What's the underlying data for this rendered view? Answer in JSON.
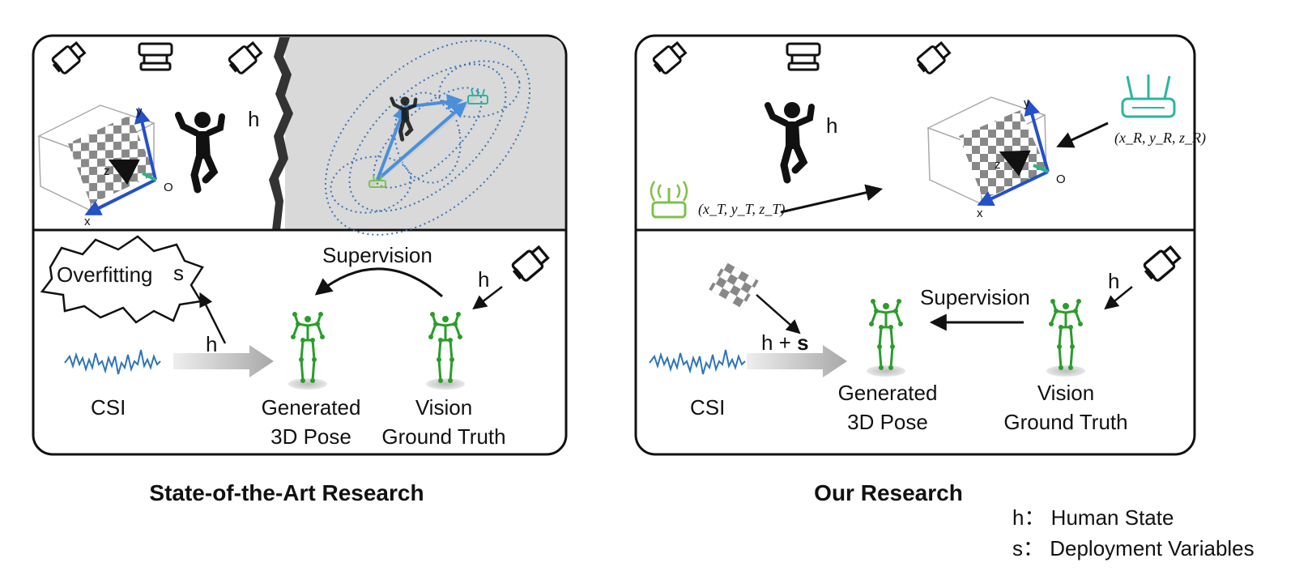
{
  "left_panel": {
    "caption": "State-of-the-Art Research",
    "top": {
      "h_label": "h",
      "axes": {
        "y": "y",
        "z": "z",
        "o": "O",
        "x": "x"
      }
    },
    "bottom": {
      "overfitting_label": "Overfitting",
      "s_label": "s",
      "h_arrow_label": "h",
      "h_up_label": "h",
      "supervision_label": "Supervision",
      "h_camera_label": "h",
      "csi_label": "CSI",
      "generated_line1": "Generated",
      "generated_line2": "3D Pose",
      "vision_line1": "Vision",
      "vision_line2": "Ground Truth"
    }
  },
  "right_panel": {
    "caption": "Our Research",
    "top": {
      "h_label": "h",
      "tx_coords": "(x_T, y_T, z_T)",
      "rx_coords": "(x_R, y_R, z_R)",
      "axes": {
        "y": "y",
        "z": "z",
        "o": "O",
        "x": "x"
      }
    },
    "bottom": {
      "h_s_label_h": "h + ",
      "h_s_label_s": "s",
      "supervision_label": "Supervision",
      "h_camera_label": "h",
      "csi_label": "CSI",
      "generated_line1": "Generated",
      "generated_line2": "3D Pose",
      "vision_line1": "Vision",
      "vision_line2": "Ground Truth"
    }
  },
  "legend": {
    "h_line": "h：  Human State",
    "s_line": "s：  Deployment Variables"
  },
  "colors": {
    "csi_wave": "#2e75b6",
    "pose_green": "#2a9d2a",
    "arrow_blue": "#4a90d9",
    "router_teal": "#2bb5a0",
    "router_green": "#7cc24a",
    "axis_blue": "#2450c8"
  }
}
